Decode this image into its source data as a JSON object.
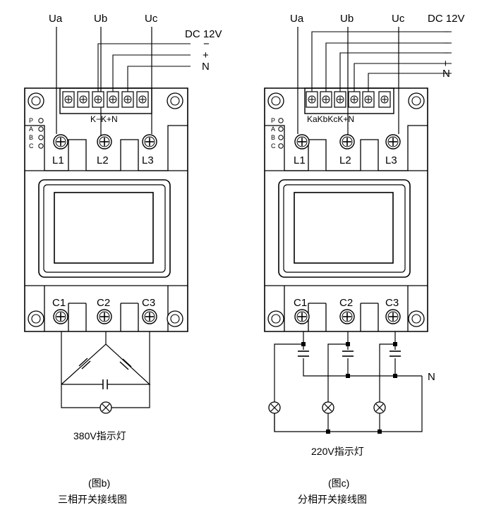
{
  "diagram_b": {
    "phase_labels": [
      "Ua",
      "Ub",
      "Uc"
    ],
    "power_title": "DC 12V",
    "power_terms": [
      "−",
      "+",
      "N"
    ],
    "terminal_text": "K−K+N",
    "led_labels": [
      "P",
      "A",
      "B",
      "C"
    ],
    "line_labels": [
      "L1",
      "L2",
      "L3"
    ],
    "cap_labels": [
      "C1",
      "C2",
      "C3"
    ],
    "lamp_caption": "380V指示灯",
    "fig_label": "(图b)",
    "fig_title": "三相开关接线图"
  },
  "diagram_c": {
    "phase_labels": [
      "Ua",
      "Ub",
      "Uc"
    ],
    "power_title": "DC 12V",
    "power_terms": [
      "−",
      "−",
      "−",
      "+",
      "N"
    ],
    "terminal_text": "KaKbKcK+N",
    "led_labels": [
      "P",
      "A",
      "B",
      "C"
    ],
    "line_labels": [
      "L1",
      "L2",
      "L3"
    ],
    "cap_labels": [
      "C1",
      "C2",
      "C3"
    ],
    "neutral_label": "N",
    "lamp_caption": "220V指示灯",
    "fig_label": "(图c)",
    "fig_title": "分相开关接线图"
  }
}
